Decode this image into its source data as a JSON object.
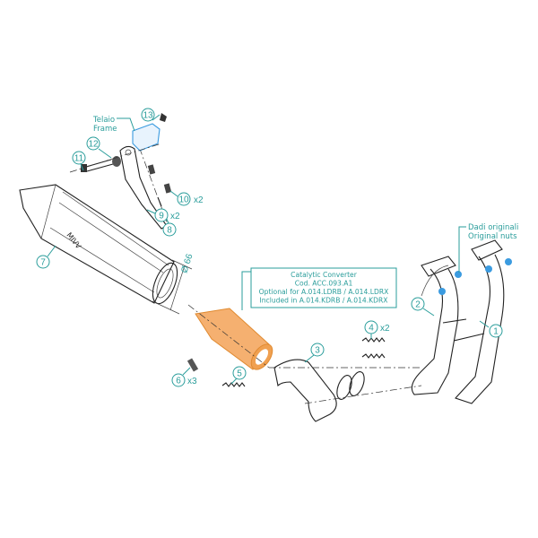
{
  "diagram": {
    "colors": {
      "callout": "#2a9d9b",
      "catalytic": "#f0a050",
      "highlight": "#3b9be0",
      "line": "#222222"
    },
    "catalytic_box": {
      "line1": "Catalytic Converter",
      "line2": "Cod. ACC.093.A1",
      "line3": "Optional for A.014.LDRB / A.014.LDRX",
      "line4": "Included in A.014.KDRB / A.014.KDRX"
    },
    "frame_label": {
      "line1": "Telaio",
      "line2": "Frame"
    },
    "nuts_label": {
      "line1": "Dadi originali",
      "line2": "Original nuts"
    },
    "dimension": "Ø 66",
    "callouts": {
      "c1": "1",
      "c2": "2",
      "c3": "3",
      "c4": "4",
      "c5": "5",
      "c6": "6",
      "c7": "7",
      "c8": "8",
      "c9": "9",
      "c10": "10",
      "c11": "11",
      "c12": "12",
      "c13": "13"
    },
    "quantities": {
      "q4": "x2",
      "q6": "x3",
      "q9": "x2",
      "q10": "x2"
    }
  }
}
